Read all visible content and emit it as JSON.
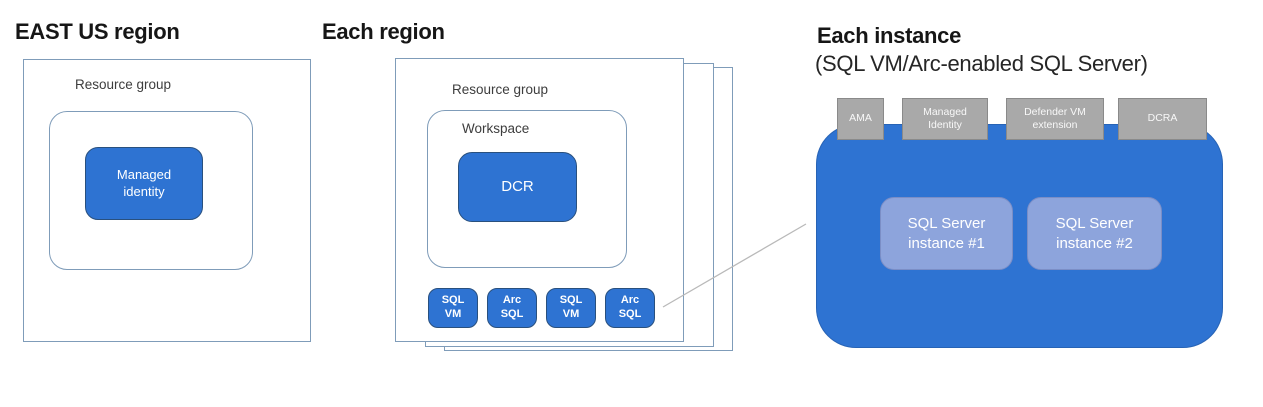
{
  "diagram": {
    "east_us": {
      "title": "EAST US region",
      "resource_group_label": "Resource group",
      "managed_identity_label": "Managed identity"
    },
    "each_region": {
      "title": "Each region",
      "resource_group_label": "Resource group",
      "workspace_label": "Workspace",
      "dcr_label": "DCR",
      "vm_boxes": [
        "SQL VM",
        "Arc SQL",
        "SQL VM",
        "Arc SQL"
      ]
    },
    "each_instance": {
      "title": "Each instance",
      "subtitle": "(SQL VM/Arc-enabled SQL Server)",
      "extension_tabs": [
        "AMA",
        "Managed Identity",
        "Defender VM extension",
        "DCRA"
      ],
      "sql_instances": [
        "SQL Server instance #1",
        "SQL Server instance #2"
      ]
    },
    "colors": {
      "primary_blue": "#2e73d2",
      "instance_box_blue": "#8da4dc",
      "extension_tab_gray": "#a9a9a9",
      "frame_outline": "#7f9cb9",
      "connector_gray": "#b9b9b9"
    }
  }
}
